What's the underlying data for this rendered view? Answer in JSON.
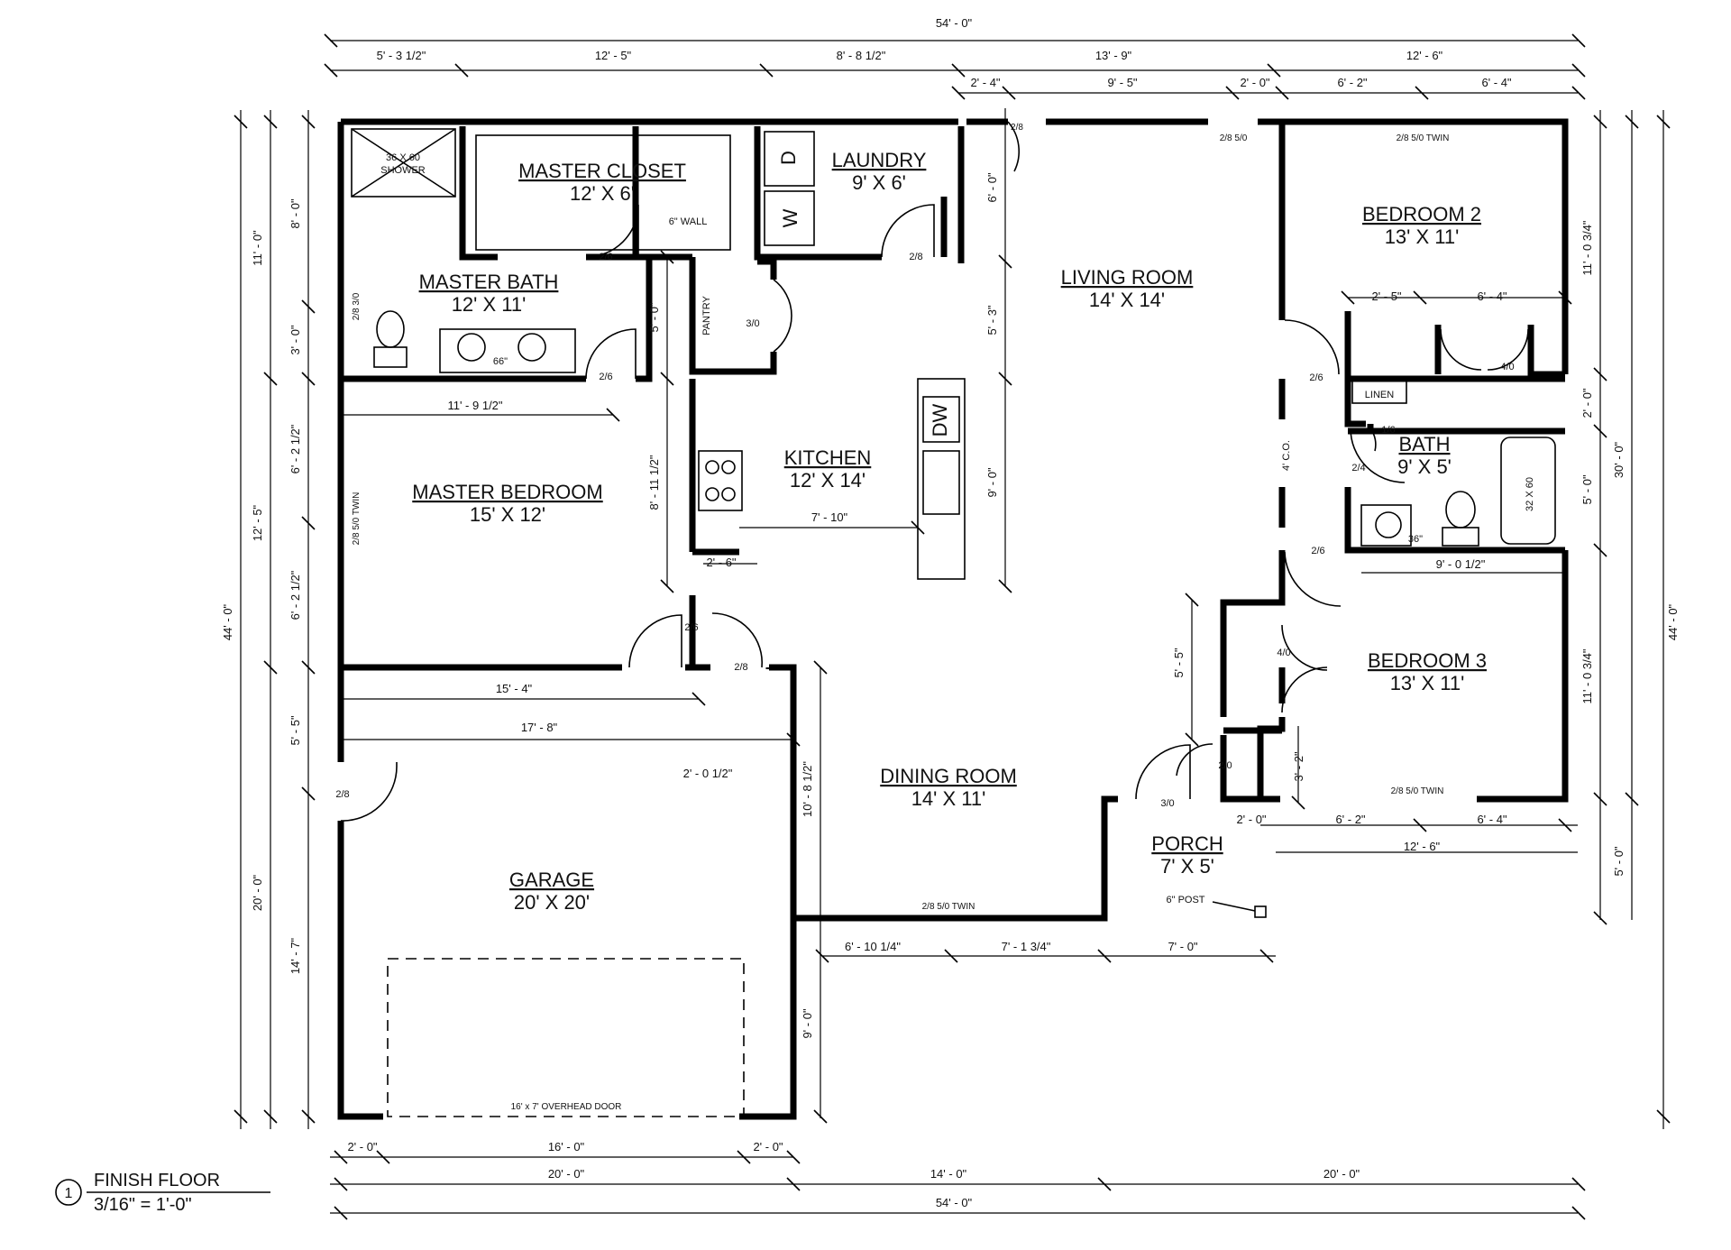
{
  "rooms": {
    "master_closet": {
      "name": "MASTER CLOSET",
      "size": "12' X 6'"
    },
    "laundry": {
      "name": "LAUNDRY",
      "size": "9' X 6'"
    },
    "living_room": {
      "name": "LIVING ROOM",
      "size": "14' X 14'"
    },
    "bedroom2": {
      "name": "BEDROOM 2",
      "size": "13' X 11'"
    },
    "master_bath": {
      "name": "MASTER BATH",
      "size": "12' X 11'"
    },
    "kitchen": {
      "name": "KITCHEN",
      "size": "12' X 14'"
    },
    "master_bedroom": {
      "name": "MASTER BEDROOM",
      "size": "15' X 12'"
    },
    "bath": {
      "name": "BATH",
      "size": "9' X 5'"
    },
    "bedroom3": {
      "name": "BEDROOM 3",
      "size": "13' X 11'"
    },
    "dining_room": {
      "name": "DINING ROOM",
      "size": "14' X 11'"
    },
    "porch": {
      "name": "PORCH",
      "size": "7' X 5'"
    },
    "garage": {
      "name": "GARAGE",
      "size": "20' X 20'"
    }
  },
  "labels": {
    "shower": [
      "36 X 60",
      "SHOWER"
    ],
    "pantry": "PANTRY",
    "linen": "LINEN",
    "wall_6in": "6\" WALL",
    "dryer": "D",
    "washer": "W",
    "dishwasher": "DW",
    "coat_closet": "4' C.O.",
    "tub": "32 X 60",
    "vanity_66": "66\"",
    "vanity_36": "36\"",
    "post": "6\" POST",
    "overhead_door": "16' x 7' OVERHEAD DOOR"
  },
  "openings": {
    "d_closet": "2/6",
    "d_laundry": "2/8",
    "d_front_top": "2/8",
    "w_living": "2/8 5/0",
    "w_bed2": "2/8 5/0 TWIN",
    "w_mbath": "2/8 3/0",
    "d_pantry": "3/0",
    "d_mbath": "2/6",
    "d_bed2": "2/6",
    "d_closet2": "4/0",
    "w_mbed": "2/8 5/0 TWIN",
    "d_linen": "1/6",
    "d_bath": "2/4",
    "d_bed3": "2/6",
    "d_mbed": "2/6",
    "d_garage_int": "2/8",
    "d_closet3": "4/0",
    "d_small": "2/0",
    "d_front": "3/0",
    "w_bed3": "2/8 5/0 TWIN",
    "d_garage_side": "2/8",
    "w_dining": "2/8 5/0 TWIN"
  },
  "dimensions": {
    "overall_top": "54' - 0\"",
    "top1": [
      "5' - 3 1/2\"",
      "12' - 5\"",
      "8' - 8 1/2\"",
      "13' - 9\"",
      "12' - 6\""
    ],
    "top2": [
      "2' - 4\"",
      "9' - 5\"",
      "2' - 0\"",
      "6' - 2\"",
      "6' - 4\""
    ],
    "overall_left": "44' - 0\"",
    "left1": [
      "11' - 0\"",
      "12' - 5\"",
      "20' - 0\""
    ],
    "left2": [
      "8' - 0\"",
      "3' - 0\"",
      "6' - 2 1/2\"",
      "6' - 2 1/2\"",
      "5' - 5\"",
      "14' - 7\""
    ],
    "right_overall": "44' - 0\"",
    "right1": [
      "11' - 0 3/4\"",
      "2' - 0\"",
      "5' - 0\"",
      "11' - 0 3/4\"",
      "5' - 0\""
    ],
    "right2": "30' - 0\"",
    "bottom1": [
      "2' - 0\"",
      "16' - 0\"",
      "2' - 0\""
    ],
    "bottom2": [
      "20' - 0\"",
      "14' - 0\"",
      "20' - 0\""
    ],
    "overall_bottom": "54' - 0\"",
    "front": [
      "6' - 10 1/4\"",
      "7' - 1 3/4\"",
      "7' - 0\""
    ],
    "interior": {
      "mbath_w": "11' - 9 1/2\"",
      "v_5_0": "5' - 0\"",
      "v_5_3": "5' - 3\"",
      "v_6_0": "6' - 0\"",
      "v_9_0": "9' - 0\"",
      "v_8_11": "8' - 11 1/2\"",
      "k_7_10": "7' - 10\"",
      "k_2_6": "2' - 6\"",
      "b2_2_5": "2' - 5\"",
      "b2_6_4": "6' - 4\"",
      "bath_9_0": "9' - 0 1/2\"",
      "g_15_4": "15' - 4\"",
      "g_17_8": "17' - 8\"",
      "g_2_0": "2' - 0 1/2\"",
      "d_10_8": "10' - 8 1/2\"",
      "g_9_0": "9' - 0\"",
      "p_5_5": "5' - 5\"",
      "p_3_2": "3' - 2\"",
      "p_2_0": "2' - 0\"",
      "b3_6_2": "6' - 2\"",
      "b3_6_4": "6' - 4\"",
      "b3_12_6": "12' - 6\""
    }
  },
  "title_block": {
    "number": "1",
    "title": "FINISH FLOOR",
    "scale": "3/16\" = 1'-0\""
  }
}
